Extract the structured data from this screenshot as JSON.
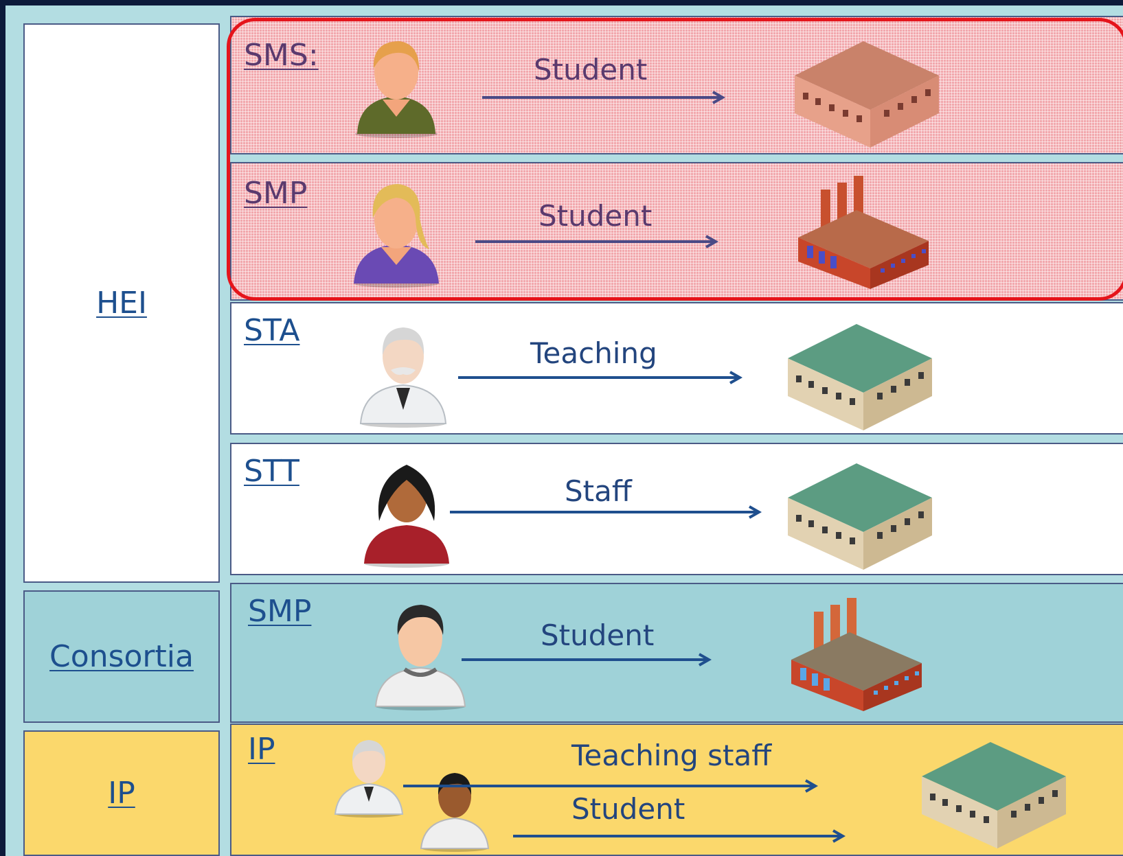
{
  "categories": {
    "hei": "HEI",
    "consortia": "Consortia",
    "ip": "IP"
  },
  "rows": [
    {
      "code": "SMS:",
      "label": "Student",
      "person": "male-student-icon",
      "target": "university-icon"
    },
    {
      "code": "SMP",
      "label": "Student",
      "person": "female-student-icon",
      "target": "factory-icon"
    },
    {
      "code": "STA",
      "label": "Teaching",
      "person": "professor-icon",
      "target": "university-icon"
    },
    {
      "code": "STT",
      "label": "Staff",
      "person": "staff-woman-icon",
      "target": "university-icon"
    },
    {
      "code": "SMP",
      "label": "Student",
      "person": "male-student-icon",
      "target": "factory-icon"
    },
    {
      "code": "IP",
      "labels": [
        "Teaching staff",
        "Student"
      ],
      "people": [
        "professor-icon",
        "student-icon"
      ],
      "target": "university-icon"
    }
  ],
  "colors": {
    "highlight_border": "#e5141b",
    "highlight_fill": "#f2a8ad",
    "consortia_fill": "#9fd2d8",
    "ip_fill": "#fbd86c",
    "link_text": "#1d4f8e",
    "arrow": "#1f4f8e"
  }
}
